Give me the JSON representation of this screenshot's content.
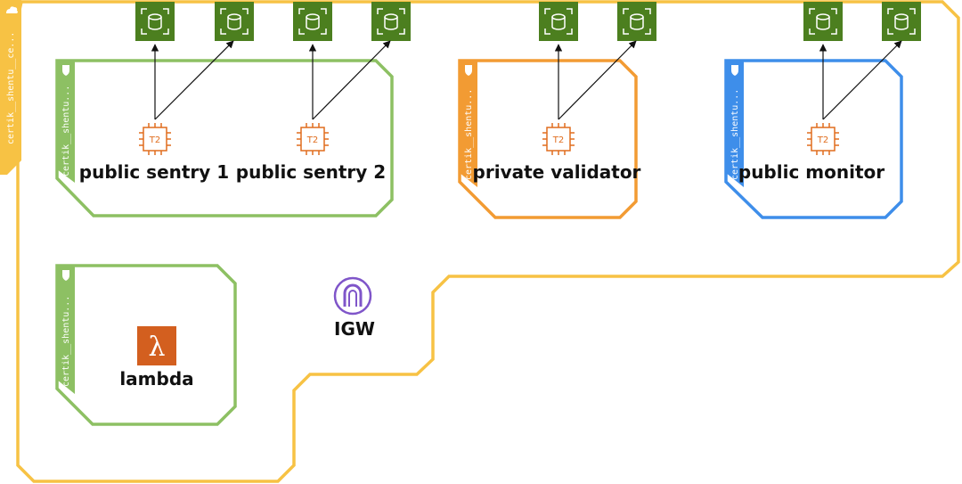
{
  "vpc": {
    "label": "certik__shentu__ce...",
    "color": "#F7C244"
  },
  "subnets": [
    {
      "id": "public",
      "label": "certik__shentu...",
      "color": "#8DC063"
    },
    {
      "id": "private",
      "label": "certik__shentu...",
      "color": "#F29B33"
    },
    {
      "id": "monitor",
      "label": "certik__shentu...",
      "color": "#3E8EEA"
    },
    {
      "id": "lambda",
      "label": "certik__shentu...",
      "color": "#8DC063"
    }
  ],
  "instances": [
    {
      "name": "public sentry 1",
      "type": "T2",
      "volumes": 2
    },
    {
      "name": "public sentry 2",
      "type": "T2",
      "volumes": 2
    },
    {
      "name": "private validator",
      "type": "T2",
      "volumes": 2
    },
    {
      "name": "public monitor",
      "type": "T2",
      "volumes": 2
    }
  ],
  "lambda": {
    "name": "lambda",
    "glyph": "λ",
    "color": "#D35F1F"
  },
  "igw": {
    "name": "IGW",
    "color": "#7F55C9"
  },
  "colors": {
    "ec2": "#E06D1E",
    "volume": "#4C7F1F",
    "arrow": "#111111"
  }
}
